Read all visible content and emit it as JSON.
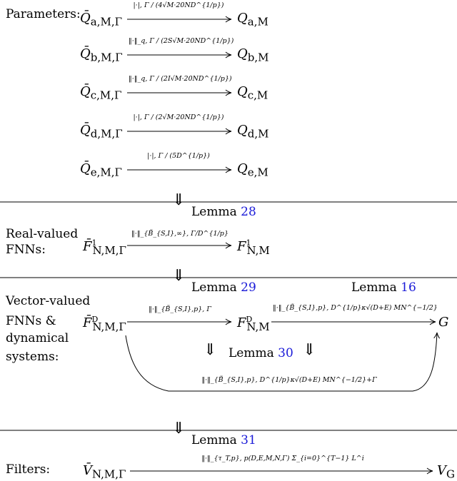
{
  "sections": {
    "parameters": "Parameters:",
    "real_line1": "Real-valued",
    "real_line2": "FNNs:",
    "vec_line1": "Vector-valued",
    "vec_line2": "FNNs &",
    "vec_line3": "dynamical",
    "vec_line4": "systems:",
    "filters": "Filters:"
  },
  "param_rows": [
    {
      "src": "Q̄_{a,M,Γ}",
      "src_base": "Q̄",
      "src_sub": "a,M,Γ",
      "dst_base": "Q",
      "dst_sub": "a,M",
      "label": "|·|, Γ / (4√M·20ND^{1/p})"
    },
    {
      "src": "Q̄_{b,M,Γ}",
      "src_base": "Q̄",
      "src_sub": "b,M,Γ",
      "dst_base": "Q",
      "dst_sub": "b,M",
      "label": "‖·‖_q, Γ / (2S√M·20ND^{1/p})"
    },
    {
      "src": "Q̄_{c,M,Γ}",
      "src_base": "Q̄",
      "src_sub": "c,M,Γ",
      "dst_base": "Q",
      "dst_sub": "c,M",
      "label": "‖·‖_q, Γ / (2I√M·20ND^{1/p})"
    },
    {
      "src": "Q̄_{d,M,Γ}",
      "src_base": "Q̄",
      "src_sub": "d,M,Γ",
      "dst_base": "Q",
      "dst_sub": "d,M",
      "label": "|·|, Γ / (2√M·20ND^{1/p})"
    },
    {
      "src": "Q̄_{e,M,Γ}",
      "src_base": "Q̄",
      "src_sub": "e,M,Γ",
      "dst_base": "Q",
      "dst_sub": "e,M",
      "label": "|·|, Γ / (5D^{1/p})"
    }
  ],
  "lemmas": {
    "word": "Lemma",
    "l28": "28",
    "l29": "29",
    "l16": "16",
    "l30": "30",
    "l31": "31"
  },
  "real": {
    "src_base": "F̄",
    "src_sup": "1",
    "src_sub": "N,M,Γ",
    "dst_base": "F",
    "dst_sup": "1",
    "dst_sub": "N,M",
    "label": "‖·‖_{B̃_{S,I},∞}, Γ/D^{1/p}"
  },
  "vector": {
    "src_base": "F̄",
    "src_sup": "D",
    "src_sub": "N,M,Γ",
    "mid_base": "F",
    "mid_sup": "D",
    "mid_sub": "N,M",
    "dst": "G",
    "label1": "‖·‖_{B̃_{S,I},p}, Γ",
    "label2": "‖·‖_{B̃_{S,I},p}, D^{1/p}κ√(D+E) MN^{−1/2}",
    "label3": "‖·‖_{B̃_{S,I},p}, D^{1/p}κ√(D+E) MN^{−1/2}+Γ"
  },
  "filters": {
    "src_base": "V̄",
    "src_sub": "N,M,Γ",
    "dst_base": "V",
    "dst_sub": "G",
    "label": "‖·‖_{τ_T,p}, p(D,E,M,N,Γ) Σ_{i=0}^{T−1} L^i"
  }
}
